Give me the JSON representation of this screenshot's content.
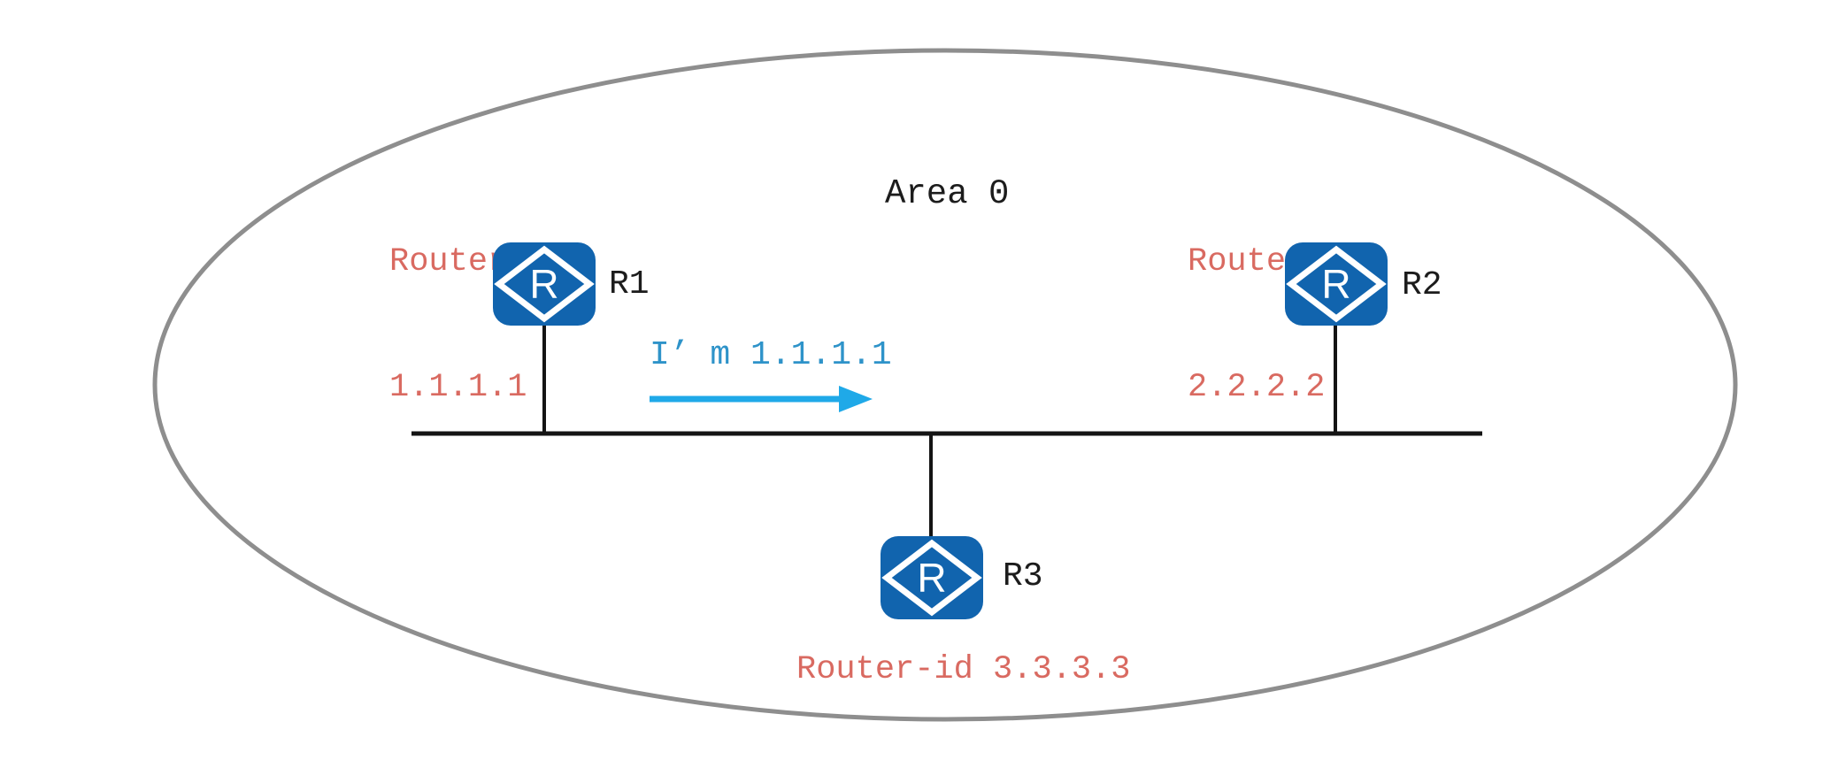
{
  "area": {
    "label": "Area 0"
  },
  "routers": [
    {
      "label": "R1",
      "router_id_title": "Router-id",
      "router_id_value": "1.1.1.1"
    },
    {
      "label": "R2",
      "router_id_title": "Router-id",
      "router_id_value": "2.2.2.2"
    },
    {
      "label": "R3",
      "router_id_caption": "Router-id 3.3.3.3"
    }
  ],
  "hello_message": {
    "text": "I’ m 1.1.1.1"
  },
  "icon": {
    "glyph": "R"
  },
  "colors": {
    "router_blue": "#1164ae",
    "router_id_red": "#d96a61",
    "hello_text_blue": "#2e93c9",
    "arrow_blue": "#1fa9e8",
    "label_black": "#1c1c1c",
    "ellipse_gray": "#8e8e8e",
    "link_black": "#141414",
    "background": "#ffffff"
  }
}
